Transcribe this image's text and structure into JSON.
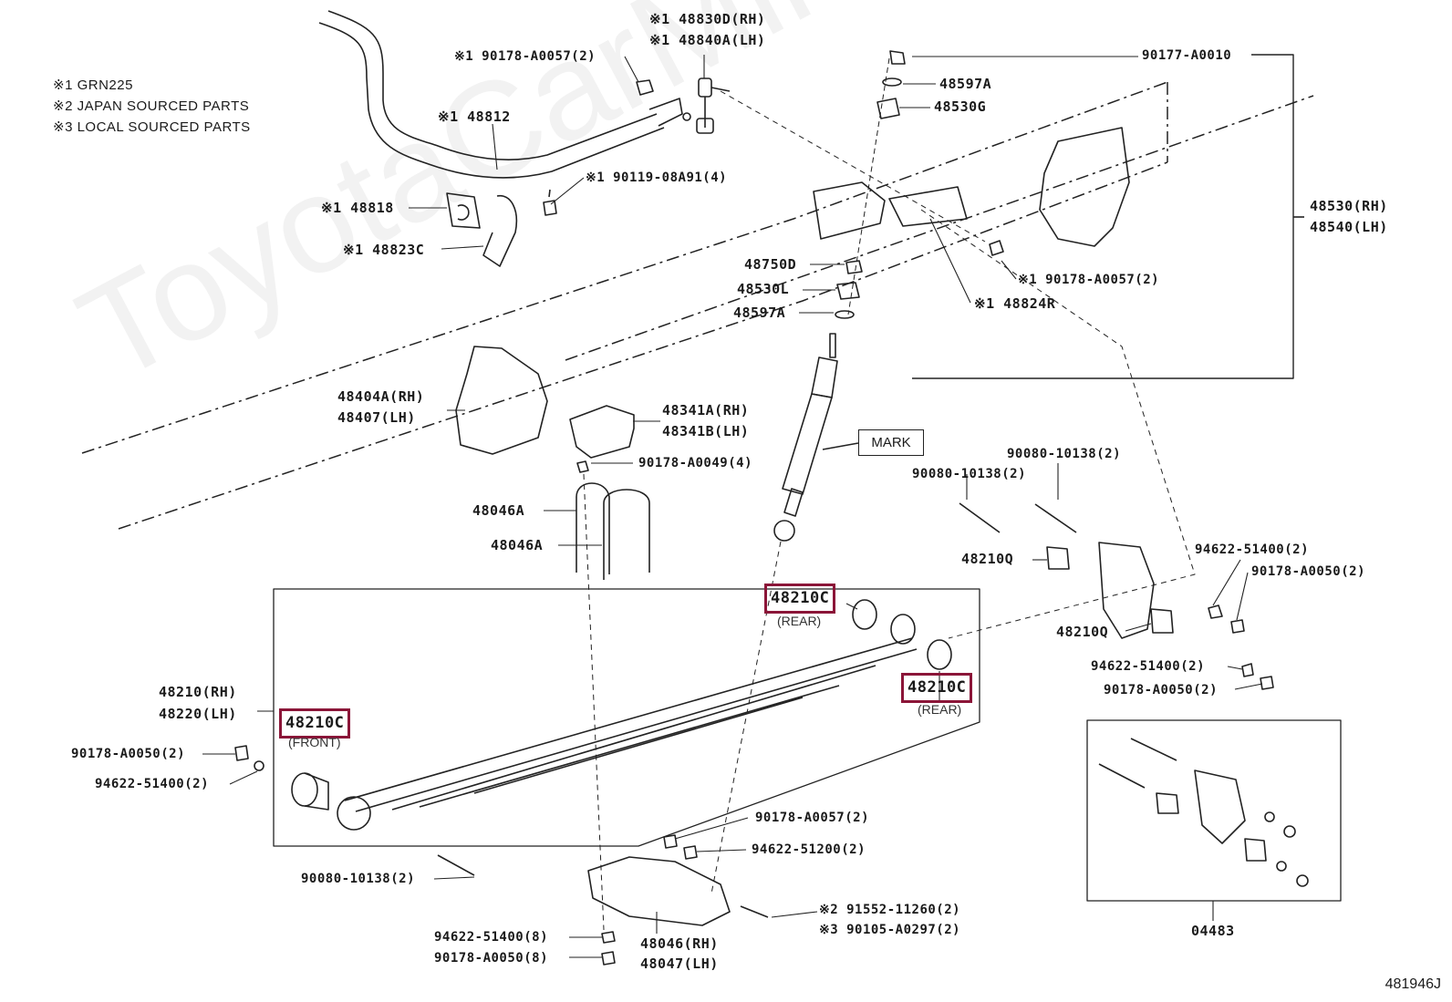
{
  "legend": {
    "line1": "※1 GRN225",
    "line2": "※2 JAPAN SOURCED PARTS",
    "line3": "※3 LOCAL SOURCED PARTS"
  },
  "watermark": "ToyotaCarMine.ru",
  "diagram_id": "481946J",
  "mark_label": "MARK",
  "highlight_color": "#8b1538",
  "labels": {
    "l48830d": "※1 48830D(RH)",
    "l48840a": "※1 48840A(LH)",
    "l90178_a0057_top": "※1 90178-A0057(2)",
    "l48812": "※1 48812",
    "l90119": "※1 90119-08A91(4)",
    "l48818": "※1 48818",
    "l48823c": "※1 48823C",
    "l90177": "90177-A0010",
    "l48597a_top": "48597A",
    "l48530g": "48530G",
    "l48530rh": "48530(RH)",
    "l48540lh": "48540(LH)",
    "l48750d": "48750D",
    "l48530l": "48530L",
    "l48597a_bot": "48597A",
    "l90178_a0057_mid": "※1 90178-A0057(2)",
    "l48824r": "※1 48824R",
    "l48404a": "48404A(RH)",
    "l48407": "48407(LH)",
    "l48341a": "48341A(RH)",
    "l48341b": "48341B(LH)",
    "l90178_a0049": "90178-A0049(4)",
    "l48046a_1": "48046A",
    "l48046a_2": "48046A",
    "l90080_a": "90080-10138(2)",
    "l90080_b": "90080-10138(2)",
    "l48210q_1": "48210Q",
    "l94622_a": "94622-51400(2)",
    "l90178_a0050_a": "90178-A0050(2)",
    "l48210q_2": "48210Q",
    "l94622_b": "94622-51400(2)",
    "l90178_a0050_b": "90178-A0050(2)",
    "l48210c_rear1": "48210C",
    "l_rear1": "(REAR)",
    "l48210c_rear2": "48210C",
    "l_rear2": "(REAR)",
    "l48210rh": "48210(RH)",
    "l48220lh": "48220(LH)",
    "l48210c_front": "48210C",
    "l_front": "(FRONT)",
    "l90178_a0050_c": "90178-A0050(2)",
    "l94622_c": "94622-51400(2)",
    "l90178_a0057_bot": "90178-A0057(2)",
    "l94622_51200": "94622-51200(2)",
    "l90080_c": "90080-10138(2)",
    "l91552": "※2 91552-11260(2)",
    "l90105": "※3 90105-A0297(2)",
    "l94622_d": "94622-51400(8)",
    "l90178_a0050_d": "90178-A0050(8)",
    "l48046rh": "48046(RH)",
    "l48047lh": "48047(LH)",
    "l04483": "04483"
  }
}
